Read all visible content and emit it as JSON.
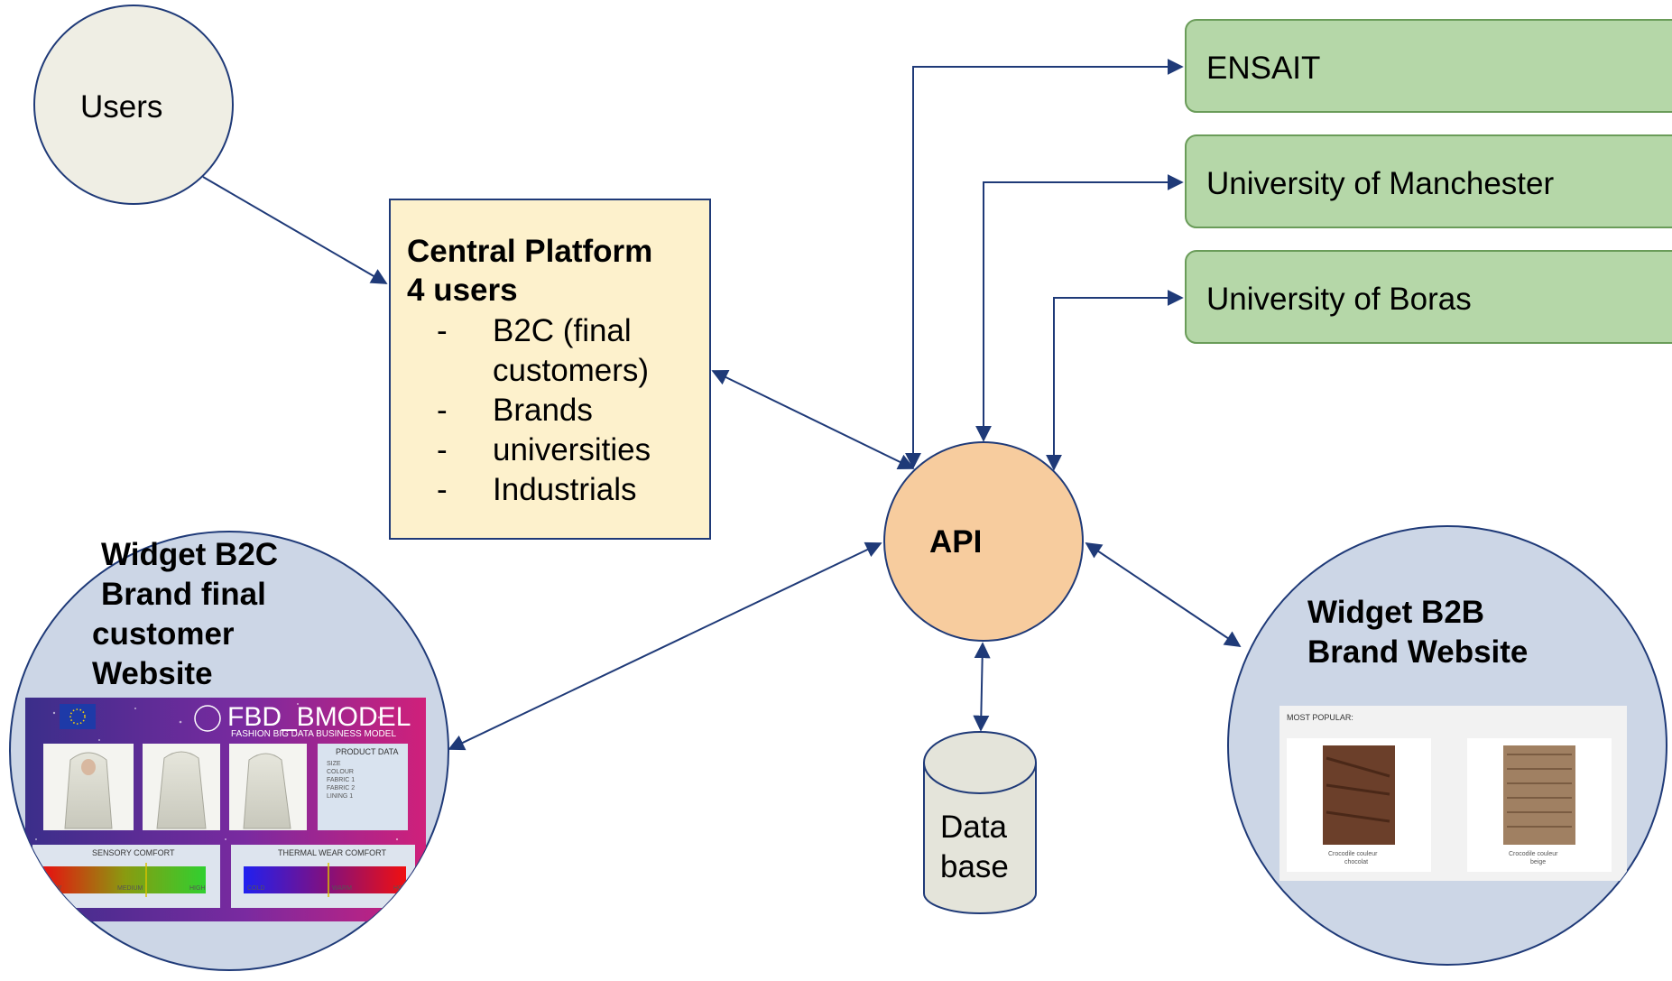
{
  "users": {
    "label": "Users"
  },
  "central_platform": {
    "title": "Central Platform",
    "subtitle": "4 users",
    "bullet_marker": "-",
    "items": [
      "B2C (final",
      "customers)",
      "Brands",
      "universities",
      "Industrials"
    ]
  },
  "partners": [
    {
      "label": "ENSAIT"
    },
    {
      "label": "University of Manchester"
    },
    {
      "label": "University of Boras"
    }
  ],
  "api": {
    "label": "API"
  },
  "database": {
    "line1": "Data",
    "line2": "base"
  },
  "widget_b2c": {
    "title_lines": [
      "Widget B2C",
      "Brand final",
      "customer",
      "Website"
    ],
    "screenshot": {
      "logo": "FBD_BMODEL",
      "logo_sub": "FASHION BIG DATA BUSINESS MODEL",
      "product_data": "PRODUCT DATA",
      "product_fields": [
        "SIZE",
        "COLOUR",
        "FABRIC 1",
        "FABRIC 2",
        "LINING 1"
      ],
      "sensory": "SENSORY COMFORT",
      "thermal": "THERMAL WEAR COMFORT",
      "sensory_scale": [
        "LOW",
        "MEDIUM",
        "HIGH"
      ],
      "thermal_scale": [
        "COLD",
        "WARM",
        "HOT"
      ]
    }
  },
  "widget_b2b": {
    "title_lines": [
      "Widget B2B",
      "Brand Website"
    ],
    "screenshot": {
      "heading": "MOST POPULAR:",
      "products": [
        {
          "line1": "Crocodile couleur",
          "line2": "chocolat"
        },
        {
          "line1": "Crocodile couleur",
          "line2": "beige"
        }
      ]
    }
  },
  "colors": {
    "arrow": "#1f3a78",
    "users_fill": "#efeee4",
    "platform_fill": "#fdf1cc",
    "partner_fill": "#b5d7a8",
    "partner_stroke": "#6a9c59",
    "api_fill": "#f7cc9e",
    "widget_fill": "#ccd6e6"
  }
}
